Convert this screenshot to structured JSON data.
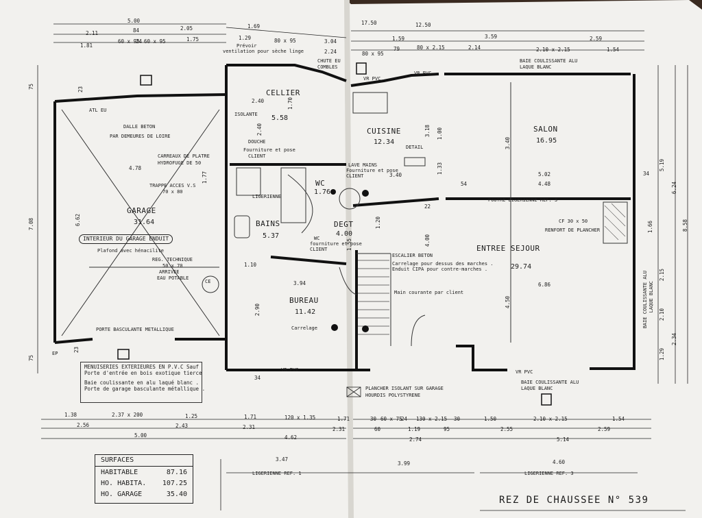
{
  "rooms": {
    "garage": {
      "name": "GARAGE",
      "area": "31.64"
    },
    "cellier": {
      "name": "CELLIER",
      "area": "5.58"
    },
    "cuisine": {
      "name": "CUISINE",
      "area": "12.34"
    },
    "salon": {
      "name": "SALON",
      "area": "16.95"
    },
    "wc": {
      "name": "WC",
      "area": "1.76"
    },
    "bains": {
      "name": "BAINS",
      "area": "5.37"
    },
    "degt": {
      "name": "DEGT",
      "area": "4.00"
    },
    "bureau": {
      "name": "BUREAU",
      "area": "11.42"
    },
    "sejour": {
      "name": "ENTREE    SEJOUR",
      "area": "29.74"
    }
  },
  "notes": {
    "dalle": "DALLE BETON",
    "dalle2": "PAR DEMEURES DE LOIRE",
    "carreaux": "CARREAUX DE PLATRE",
    "carreaux2": "HYDROFUGE DE 50",
    "trappe": "TRAPPE ACCES V.S",
    "trappe2": "70 x 80",
    "interieur": "INTERIEUR DU GARAGE ENDUIT",
    "plafond": "Plafond avec hénacilite",
    "regtech": "REG. TECHNIQUE",
    "regtech2": "50 x 70",
    "arrivee": "ARRIVEE",
    "eau": "EAU POTABLE",
    "porte_garage": "PORTE BASCULANTE METALLIQUE",
    "douche": "DOUCHE",
    "fourniture": "Fourniture et pose",
    "client": "CLIENT",
    "ligerienne": "LIGERIENNE",
    "isolante": "ISOLANTE",
    "prevoir": "Prévoir",
    "ventilation": "ventilation pour sèche linge",
    "chute": "CHUTE EU",
    "combles": "COMBLES",
    "detail": "DETAIL",
    "lave_mains": "LAVE MAINS",
    "lave2": "Fourniture et pose",
    "lave3": "CLIENT",
    "wc_note": "WC",
    "wc_note2": "fourniture et pose",
    "wc_note3": "CLIENT",
    "escalier": "ESCALIER BETON",
    "escalier2": "Carrelage pour dessus des marches .",
    "escalier3": "Enduit CIPA pour contre-marches .",
    "main_courante": "Main courante par client",
    "carrelage": "Carrelage",
    "poutre": "POUTRE    LIGERIENNE    REF. 3",
    "cf": "CF  30 x 50",
    "renfort": "RENFORT DE PLANCHER",
    "baie_top": "BAIE COULISSANTE ALU",
    "baie_top2": "LAQUE BLANC",
    "baie_bottom": "BAIE COULISSANTE ALU",
    "baie_bottom2": "LAQUE BLANC",
    "baie_side": "BAIE COULISSANTE ALU",
    "baie_side2": "LAQUE BLANC",
    "plancher": "PLANCHER ISOLANT SUR GARAGE",
    "hourdis": "HOURDIS POLYSTYRENE",
    "vr_pvc": "VR  PVC",
    "ref1": "LIGERIENNE    REF. 1",
    "ref3": "LIGERIENNE    REF. 3",
    "ce": "CE",
    "ep": "EP",
    "atl": "ATL EU"
  },
  "menuiseries": [
    "MENUISERIES EXTERIEURES EN P.V.C  Sauf",
    "Porte d'entrée en bois exotique tierce",
    "",
    "Baie coulissante en alu laqué blanc .",
    "Porte de garage basculante métallique ."
  ],
  "surfaces": {
    "title": "SURFACES",
    "rows": [
      {
        "label": "HABITABLE",
        "value": "87.16"
      },
      {
        "label": "HO. HABITA.",
        "value": "107.25"
      },
      {
        "label": "HO. GARAGE",
        "value": "35.40"
      }
    ]
  },
  "sheet_title": "REZ DE CHAUSSEE  N°  539",
  "dims": {
    "top": [
      "5.00",
      "17.50",
      "12.50",
      "2.11",
      "84",
      "2.05",
      "1.69",
      "3.04",
      "1.81",
      "60 x 95",
      "24",
      "60 x 95",
      "1.75",
      "1.29",
      "80 x 95",
      "2.24",
      "1.59",
      "3.59",
      "2.59",
      "80 x 95",
      "79",
      "80 x 2.15",
      "2.14",
      "2.10  x  2.15",
      "1.54"
    ],
    "bottom": [
      "1.38",
      "2.37  x  200",
      "1.25",
      "1.71",
      "120 x 1.35",
      "1.71",
      "30",
      "60 x 75",
      "24",
      "130 x 2.15",
      "30",
      "1.50",
      "2.10  x  2.15",
      "1.54",
      "2.56",
      "2.43",
      "2.31",
      "2.31",
      "60",
      "1.19",
      "95",
      "2.55",
      "2.59",
      "5.00",
      "4.62",
      "2.74",
      "5.14",
      "3.47",
      "3.99",
      "4.60"
    ],
    "inner": [
      "4.78",
      "6.62",
      "2.40",
      "1.70",
      "2.40",
      "1.77",
      "3.18",
      "1.00",
      "1.33",
      "3.40",
      "5.02",
      "4.48",
      "54",
      "3.40",
      "1.20",
      "1.55",
      "4.00",
      "4.50",
      "3.94",
      "2.90",
      "1.10",
      "6.86",
      "5.19",
      "6.24",
      "8.58",
      "1.66",
      "2.15",
      "2.10",
      "1.29",
      "2.34",
      "7.08",
      "75",
      "75",
      "22",
      "34",
      "34",
      "23",
      "23"
    ]
  }
}
